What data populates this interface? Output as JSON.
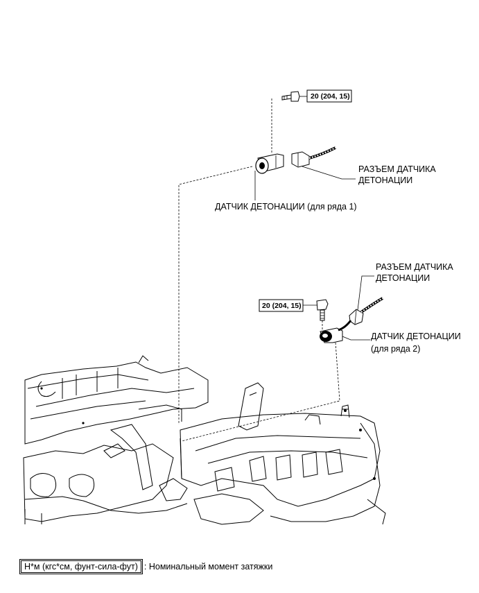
{
  "torque_top": "20 (204, 15)",
  "torque_bottom": "20 (204, 15)",
  "connector_label_1": [
    "РАЗЪЕМ ДАТЧИКА",
    "ДЕТОНАЦИИ"
  ],
  "sensor_label_1": "ДАТЧИК ДЕТОНАЦИИ (для ряда 1)",
  "connector_label_2": [
    "РАЗЪЕМ ДАТЧИКА",
    "ДЕТОНАЦИИ"
  ],
  "sensor_label_2": [
    "ДАТЧИК ДЕТОНАЦИИ",
    "(для ряда 2)"
  ],
  "legend": {
    "unit_box": "Н*м (кгс*см, фунт-сила-фут)",
    "description": ": Номинальный момент затяжки"
  }
}
